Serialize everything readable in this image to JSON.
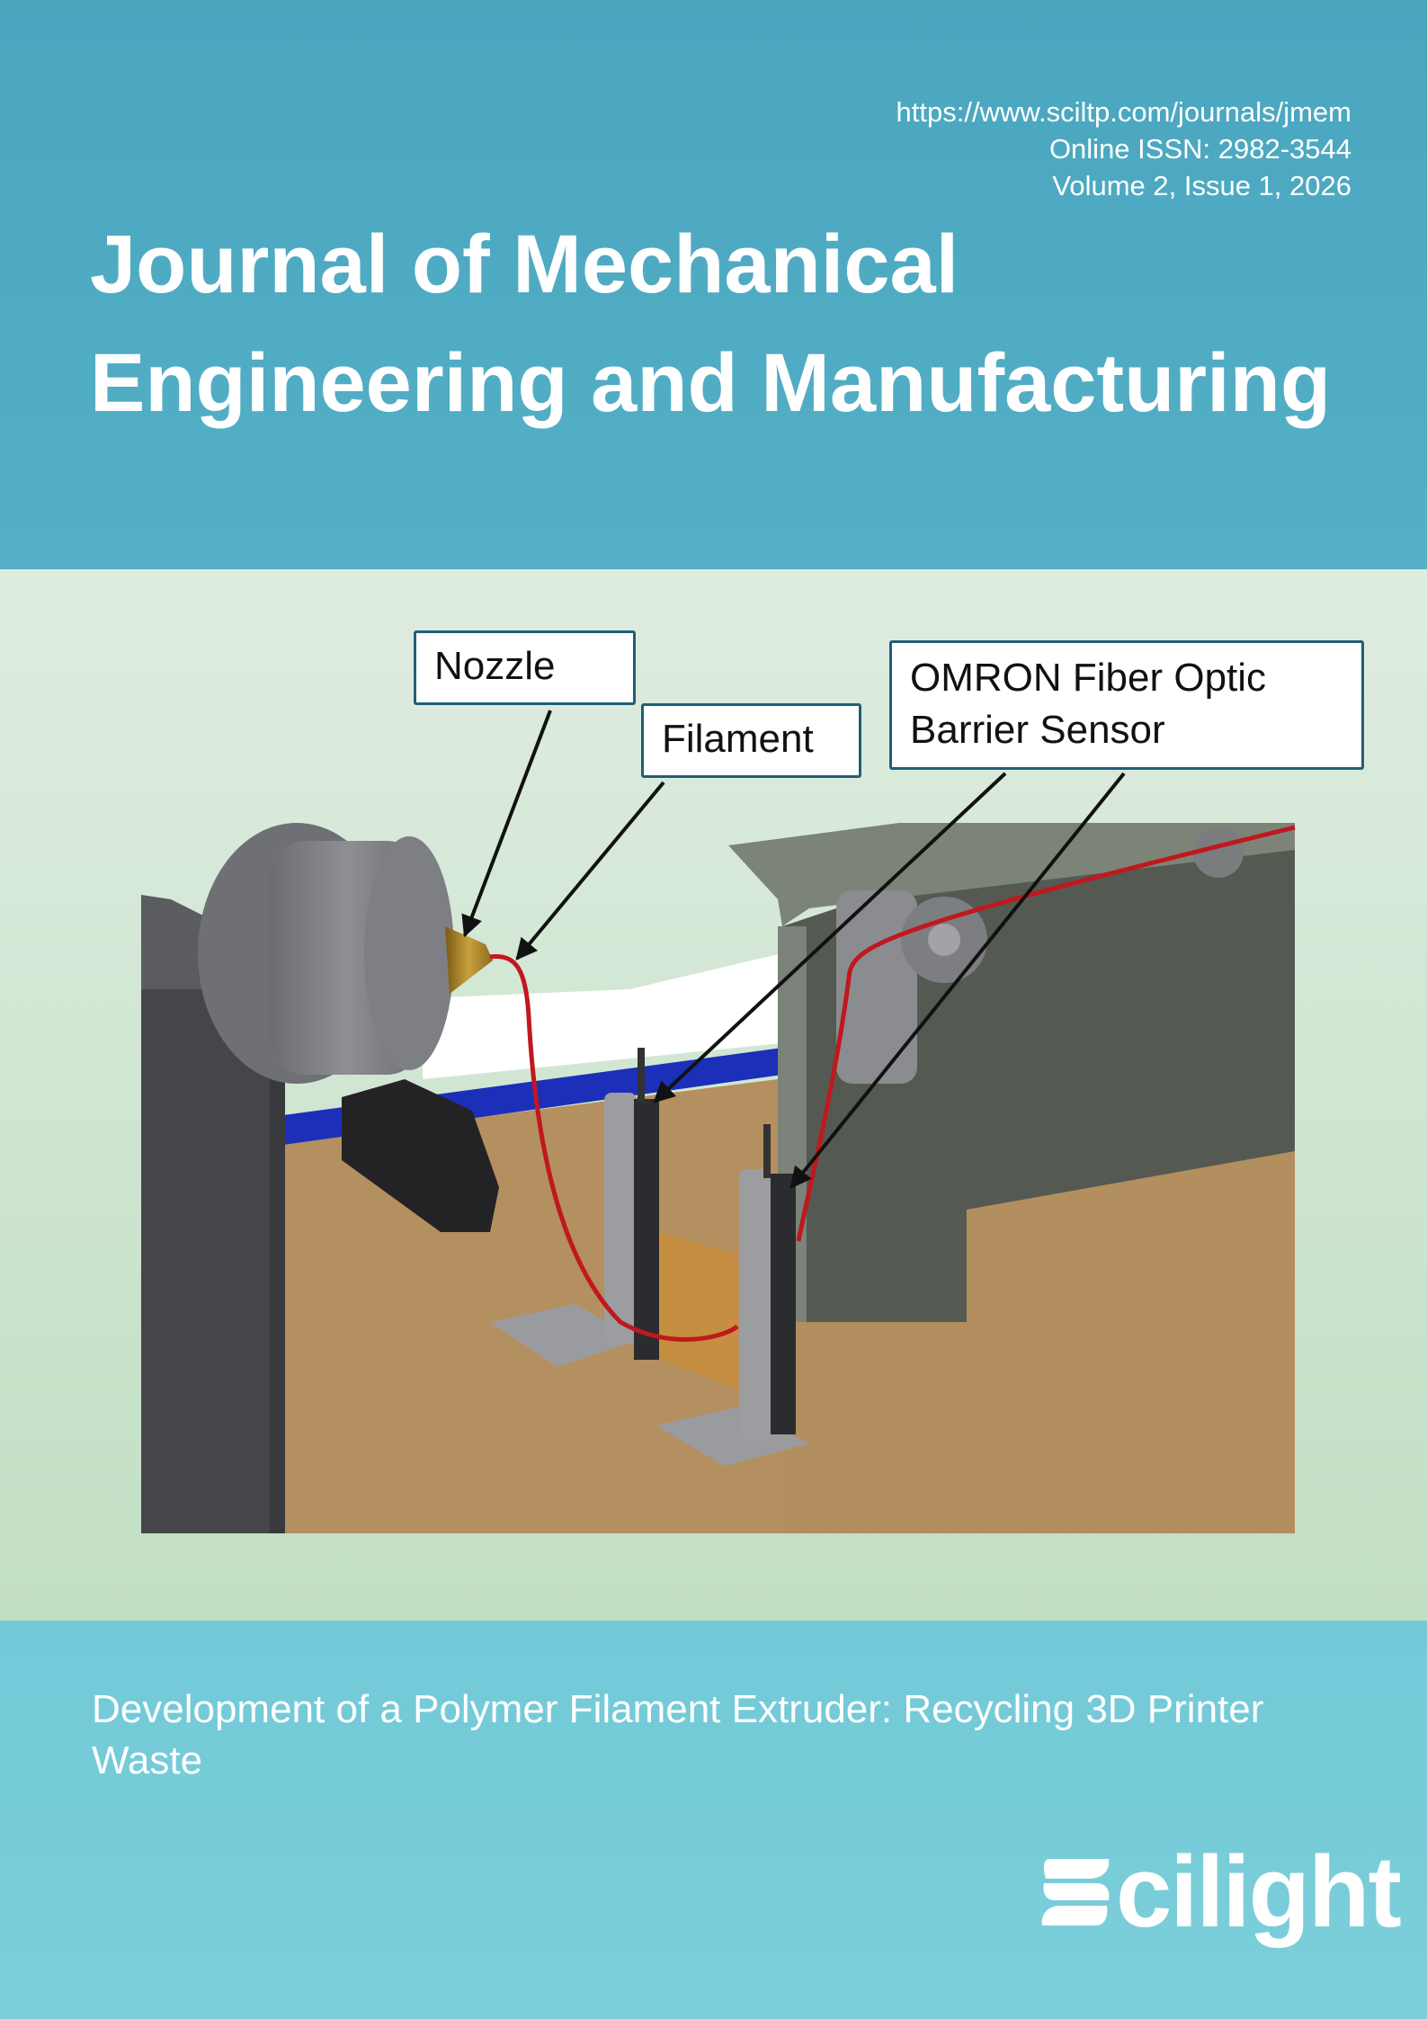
{
  "header": {
    "url": "https://www.sciltp.com/journals/jmem",
    "issn": "Online ISSN: 2982-3544",
    "volume_issue": "Volume 2, Issue 1, 2026",
    "journal_title_line1": "Journal of Mechanical",
    "journal_title_line2": "Engineering and Manufacturing"
  },
  "figure": {
    "callouts": {
      "nozzle": "Nozzle",
      "filament": "Filament",
      "sensor_line1": "OMRON Fiber Optic",
      "sensor_line2": "Barrier Sensor"
    },
    "colors": {
      "filament": "#c0181e",
      "floor": "#b48f60",
      "frame_right": "#535a52",
      "frame_left": "#45464a",
      "blue_rail": "#1c2fb8",
      "nozzle": "#b8912e",
      "callout_border": "#1f5f7a"
    }
  },
  "footer": {
    "article_title": "Development of a Polymer Filament Extruder: Recycling 3D Printer Waste",
    "publisher": "cilight"
  }
}
